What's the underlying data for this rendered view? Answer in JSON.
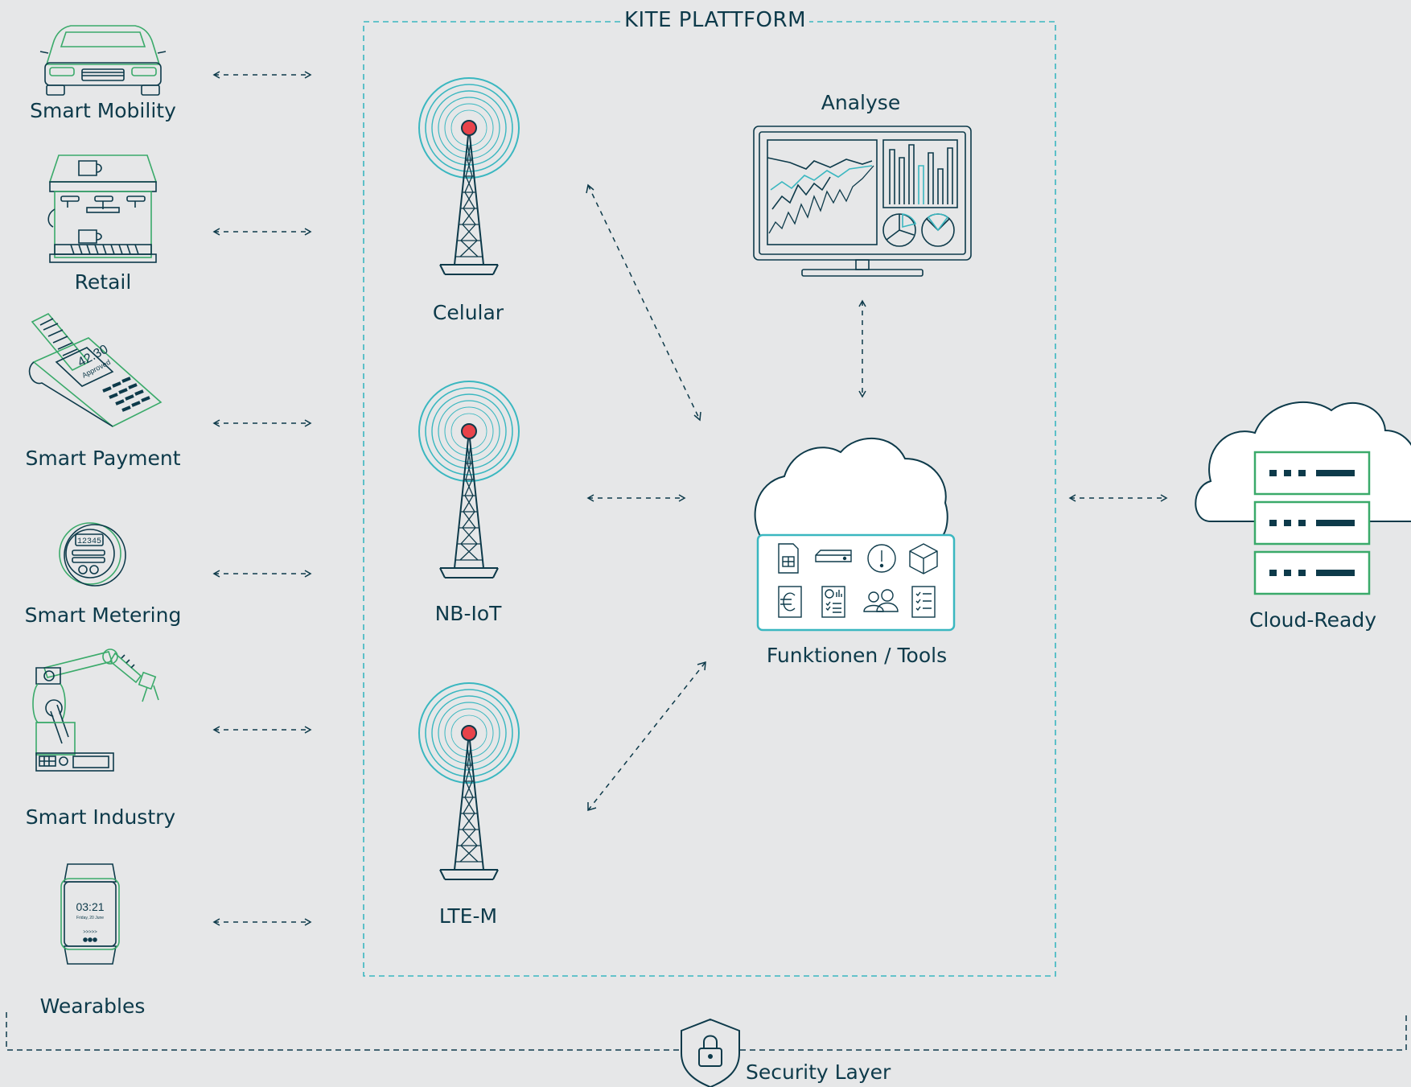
{
  "platform": {
    "title": "KITE PLATTFORM"
  },
  "segments": [
    {
      "label": "Smart Mobility",
      "icon": "car-icon"
    },
    {
      "label": "Retail",
      "icon": "coffee-machine-icon"
    },
    {
      "label": "Smart Payment",
      "icon": "payment-terminal-icon"
    },
    {
      "label": "Smart Metering",
      "icon": "meter-icon"
    },
    {
      "label": "Smart Industry",
      "icon": "robot-arm-icon"
    },
    {
      "label": "Wearables",
      "icon": "smartwatch-icon"
    }
  ],
  "device_texts": {
    "payment_amount": "42.30",
    "payment_status": "Approved",
    "meter_reading": "12345",
    "watch_time": "03:21",
    "watch_date": "Friday, 20 June",
    "watch_slide": ">>>>>"
  },
  "networks": [
    {
      "label": "Celular",
      "icon": "cell-tower-icon"
    },
    {
      "label": "NB-IoT",
      "icon": "cell-tower-icon"
    },
    {
      "label": "LTE-M",
      "icon": "cell-tower-icon"
    }
  ],
  "analyse": {
    "label": "Analyse",
    "icon": "monitor-chart-icon"
  },
  "functions": {
    "label": "Funktionen / Tools",
    "tools": [
      "sim-card-icon",
      "router-icon",
      "alert-icon",
      "package-icon",
      "euro-icon",
      "report-icon",
      "users-icon",
      "checklist-icon"
    ]
  },
  "cloud": {
    "label": "Cloud-Ready",
    "icon": "cloud-server-icon"
  },
  "security": {
    "label": "Security Layer",
    "icon": "lock-shield-icon"
  },
  "colors": {
    "background": "#e6e7e8",
    "dark": "#0d3a4a",
    "teal": "#3ab7c0",
    "green": "#3aaa6a",
    "red": "#e8434a"
  }
}
